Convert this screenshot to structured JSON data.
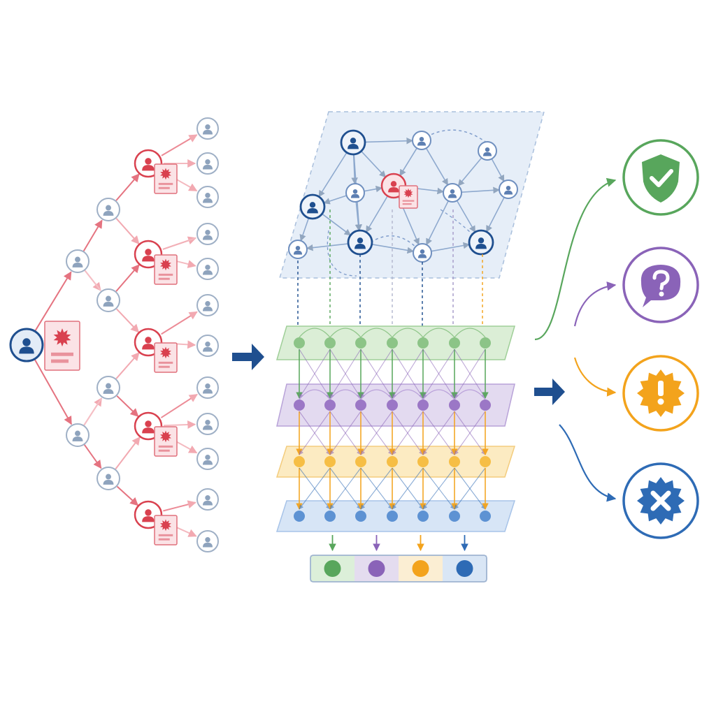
{
  "colors": {
    "red": "#d9414f",
    "red_light": "#f4b9bf",
    "red_fill": "#fbe3e6",
    "navy": "#1f4f8f",
    "gray_node": "#8ea3bd",
    "gray_ring": "#9fb0c6",
    "green": "#58a65c",
    "purple": "#8a63b8",
    "orange": "#f3a31c",
    "blue": "#2e6bb5",
    "panel_blue": "#e6eef8",
    "layer_green": "#dbeed6",
    "layer_purple": "#e3daf0",
    "layer_orange": "#fcebc2",
    "layer_blue": "#d7e5f6"
  },
  "propagation_tree": {
    "source_icon": "user-icon",
    "post_icon": "fake-news-post-icon",
    "retweeter_icon": "user-icon",
    "spreader_icon": "spreader-user-icon"
  },
  "user_graph": {
    "node_icon": "user-icon",
    "suspicious_icon": "fake-news-post-icon"
  },
  "gnn_layers": [
    {
      "name": "layer-1",
      "color_key": "green"
    },
    {
      "name": "layer-2",
      "color_key": "purple"
    },
    {
      "name": "layer-3",
      "color_key": "orange"
    },
    {
      "name": "layer-4",
      "color_key": "blue"
    }
  ],
  "readout": [
    {
      "color_key": "green"
    },
    {
      "color_key": "purple"
    },
    {
      "color_key": "orange"
    },
    {
      "color_key": "blue"
    }
  ],
  "outcomes": [
    {
      "icon": "shield-check-icon",
      "color_key": "green"
    },
    {
      "icon": "speech-question-icon",
      "color_key": "purple"
    },
    {
      "icon": "alert-burst-icon",
      "color_key": "orange"
    },
    {
      "icon": "cross-burst-icon",
      "color_key": "blue"
    }
  ]
}
